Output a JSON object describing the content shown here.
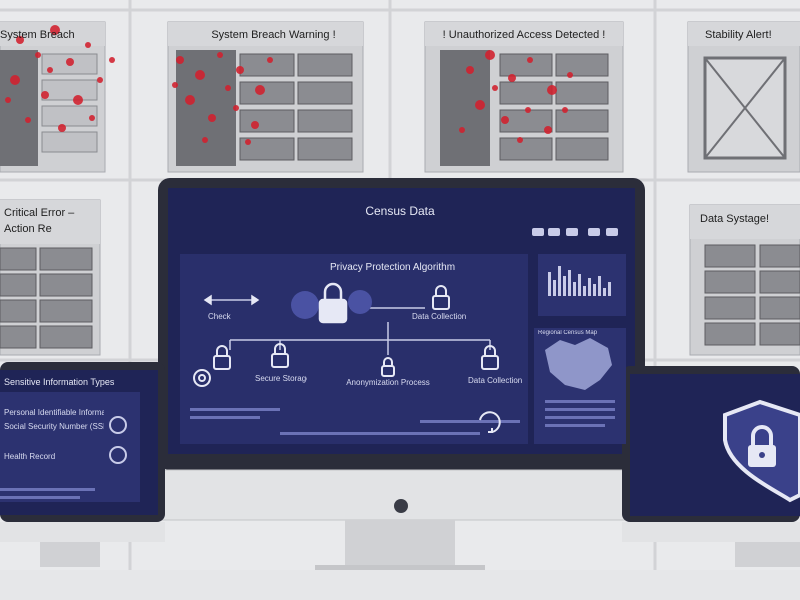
{
  "colors": {
    "wall": "#e9eaec",
    "panel": "#d9dadc",
    "bezel": "#2b2d3a",
    "screen": "#1f2456",
    "screen_panel": "#2c3270",
    "accent_red": "#d2202e",
    "shield": "#3a418a"
  },
  "alerts": {
    "panel1": "System Breach",
    "panel2": "System Breach Warning !",
    "panel3": "! Unauthorized Access Detected !",
    "panel4": "Stability Alert!",
    "panel5_line1": "Critical Error –",
    "panel5_line2": "Action Re",
    "panel6": "Data Systage!"
  },
  "main_screen": {
    "title": "Census Data",
    "algorithm_title": "Privacy Protection Algorithm",
    "nodes": {
      "check": "Check",
      "data_collection_top": "Data Collection",
      "secure_storage": "Secure Storage",
      "anonymization": "Anonymization Process",
      "data_collection_bottom": "Data Collection"
    },
    "map_title": "Regional Census Map"
  },
  "left_screen": {
    "title": "Sensitive Information Types",
    "items": [
      "Personal Identifiable Information",
      "Social Security Number (SSN)",
      "Health Record"
    ]
  },
  "icons": {
    "lock": "lock-icon",
    "gear": "gear-icon",
    "shield": "shield-lock-icon",
    "arrow": "arrow-icon",
    "cycle": "cycle-icon",
    "monitor": "monitor-icon"
  }
}
